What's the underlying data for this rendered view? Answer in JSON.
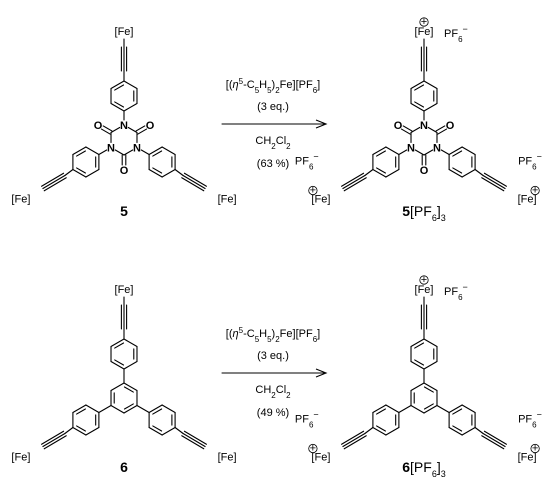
{
  "labels": {
    "fe": "[Fe]",
    "pf6": "PF",
    "six": "6",
    "minus": "−",
    "plus": "+",
    "oxygen": "O",
    "nitrogen": "N"
  },
  "compounds": {
    "c5": "5",
    "c5_salt": "[PF",
    "c5_salt_sub": "6",
    "c5_salt_end": "]",
    "c5_salt_count": "3",
    "c6": "6",
    "c6_salt": "[PF",
    "c6_salt_sub": "6",
    "c6_salt_end": "]",
    "c6_salt_count": "3"
  },
  "reactions": [
    {
      "reagent_pre": "[(",
      "reagent_eta": "η",
      "reagent_five": "5",
      "reagent_cp": "-C",
      "reagent_c5": "5",
      "reagent_h": "H",
      "reagent_h5": "5",
      "reagent_close": ")",
      "reagent_two": "2",
      "reagent_fe": "Fe][PF",
      "reagent_pf6": "6",
      "reagent_end": "]",
      "equiv": "(3 eq.)",
      "solvent_pre": "CH",
      "solvent_2a": "2",
      "solvent_cl": "Cl",
      "solvent_2b": "2",
      "yield": "(63 %)"
    },
    {
      "reagent_pre": "[(",
      "reagent_eta": "η",
      "reagent_five": "5",
      "reagent_cp": "-C",
      "reagent_c5": "5",
      "reagent_h": "H",
      "reagent_h5": "5",
      "reagent_close": ")",
      "reagent_two": "2",
      "reagent_fe": "Fe][PF",
      "reagent_pf6": "6",
      "reagent_end": "]",
      "equiv": "(3 eq.)",
      "solvent_pre": "CH",
      "solvent_2a": "2",
      "solvent_cl": "Cl",
      "solvent_2b": "2",
      "yield": "(49 %)"
    }
  ]
}
